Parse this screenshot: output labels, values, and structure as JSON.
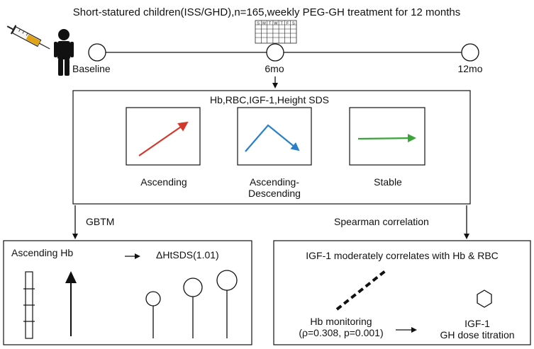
{
  "header": {
    "title": "Short-statured children(ISS/GHD),n=165,weekly PEG-GH treatment for 12 months"
  },
  "timeline": {
    "calendar_days": [
      "S",
      "M",
      "T",
      "W",
      "T",
      "F",
      "S"
    ],
    "points": [
      {
        "label": "Baseline"
      },
      {
        "label": "6mo"
      },
      {
        "label": "12mo"
      }
    ]
  },
  "trajectory_panel": {
    "title": "Hb,RBC,IGF-1,Height SDS",
    "patterns": [
      {
        "label": "Ascending",
        "color": "#d3382d"
      },
      {
        "label_line1": "Ascending-",
        "label_line2": "Descending",
        "color": "#2a7fc7"
      },
      {
        "label": "Stable",
        "color": "#3aa33a"
      }
    ]
  },
  "methods": {
    "left": "GBTM",
    "right": "Spearman correlation"
  },
  "left_panel": {
    "finding": "Ascending Hb",
    "result": "ΔHtSDS(1.01)"
  },
  "right_panel": {
    "title": "IGF-1 moderately correlates with Hb & RBC",
    "monitoring_line1": "Hb monitoring",
    "monitoring_line2": "(ρ=0.308, p=0.001)",
    "igf_label": "IGF-1",
    "dose_label": "GH dose titration"
  }
}
